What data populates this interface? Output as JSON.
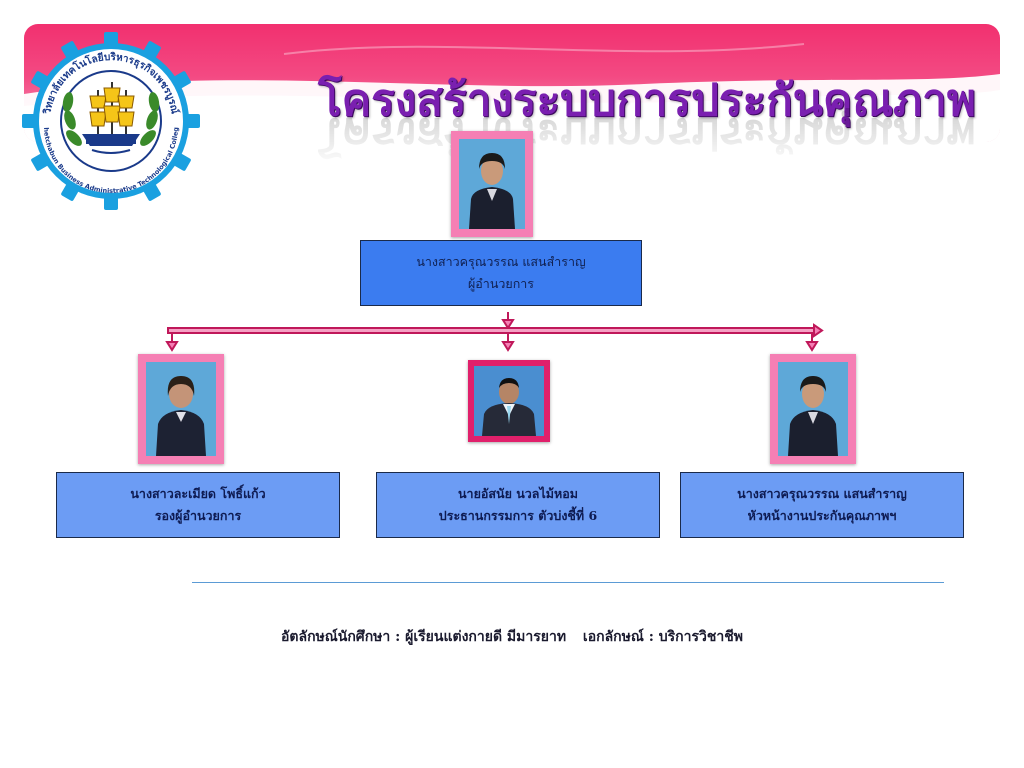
{
  "title": "โครงสร้างระบบการประกันคุณภาพ",
  "logo": {
    "arc_thai": "วิทยาลัยเทคโนโลยีบริหารธุรกิจเพชรบูรณ์",
    "arc_english": "Phetchabun Business Administrative Technological College",
    "icon": "ship-emblem-icon"
  },
  "director": {
    "name": "นางสาวครุณวรรณ แสนสำราญ",
    "role": "ผู้อำนวยการ"
  },
  "subordinates": [
    {
      "name": "นางสาวละเมียด โพธิ์แก้ว",
      "role": "รองผู้อำนวยการ"
    },
    {
      "name": "นายอัสนัย นวลไม้หอม",
      "role": "ประธานกรรมการ ตัวบ่งชี้ที่ 6"
    },
    {
      "name": "นางสาวครุณวรรณ แสนสำราญ",
      "role": "หัวหน้างานประกันคุณภาพฯ"
    }
  ],
  "motto": {
    "student_identity": "อัตลักษณ์นักศึกษา : ผู้เรียนแต่งกายดี มีมารยาท",
    "uniqueness": "เอกลักษณ์ : บริการวิชาชีพ"
  },
  "colors": {
    "banner": "#f2306f",
    "title": "#7a1fb0",
    "director_box": "#3b7cf0",
    "sub_box": "#6c9cf4",
    "connector": "#c0185a"
  }
}
